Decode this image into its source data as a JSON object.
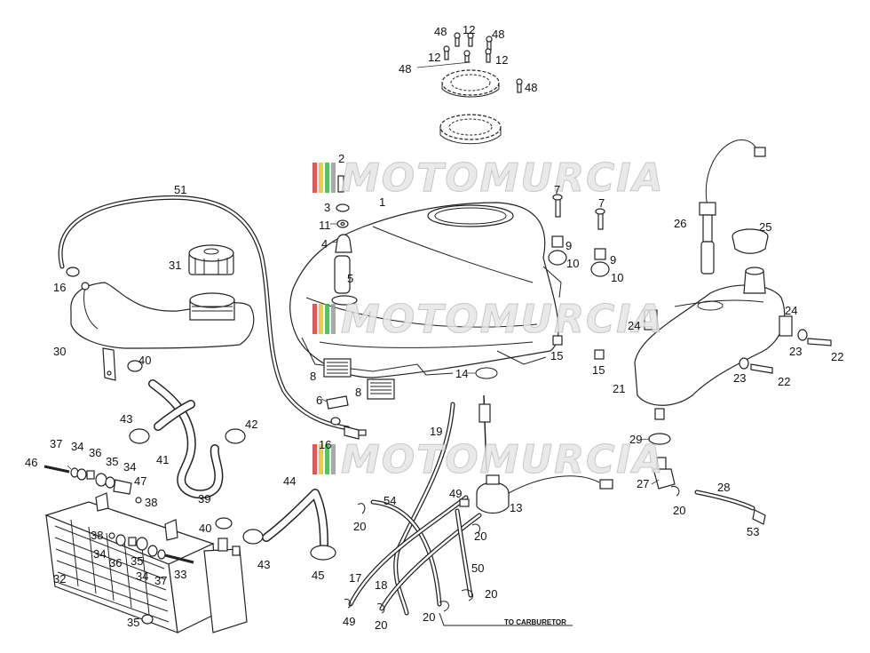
{
  "watermark": {
    "text": "MOTOMURCIA",
    "stripe_colors": [
      "#d93a3a",
      "#f2c01e",
      "#3ab54a",
      "#9a9a9a"
    ]
  },
  "callouts": [
    "48",
    "12",
    "48",
    "48",
    "12",
    "12",
    "48",
    "2",
    "1",
    "3",
    "11",
    "4",
    "5",
    "7",
    "7",
    "9",
    "9",
    "10",
    "10",
    "15",
    "15",
    "8",
    "8",
    "6",
    "14",
    "16",
    "51",
    "31",
    "16",
    "30",
    "40",
    "43",
    "42",
    "41",
    "39",
    "40",
    "43",
    "44",
    "45",
    "37",
    "34",
    "36",
    "35",
    "34",
    "46",
    "47",
    "38",
    "38",
    "36",
    "34",
    "35",
    "34",
    "37",
    "33",
    "32",
    "35",
    "19",
    "54",
    "49",
    "13",
    "20",
    "20",
    "17",
    "18",
    "50",
    "20",
    "20",
    "49",
    "20",
    "26",
    "25",
    "24",
    "24",
    "23",
    "22",
    "23",
    "22",
    "21",
    "29",
    "27",
    "28",
    "20",
    "53"
  ],
  "footnote": "TO CARBURETOR"
}
